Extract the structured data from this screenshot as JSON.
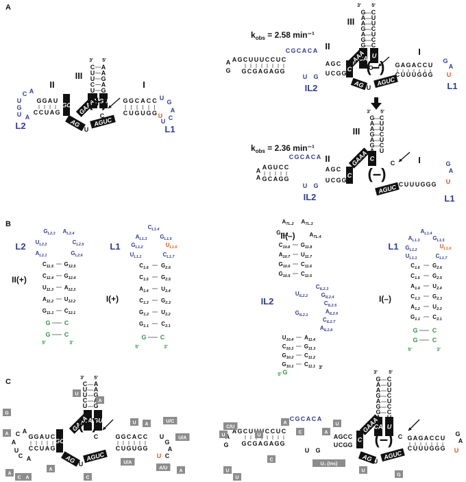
{
  "panels": {
    "a": "A",
    "b": "B",
    "c": "C"
  },
  "colors": {
    "blue": "#2e3b9e",
    "orange": "#e0561c",
    "green": "#2a9a3c",
    "black": "#111111",
    "gray": "#8c8c8c"
  },
  "panel_a": {
    "plus": {
      "sign": "(+)",
      "labels": {
        "helix_1": "I",
        "helix_2": "II",
        "helix_3": "III",
        "loop_1": "L1",
        "loop_2": "L2"
      },
      "stem3_left": [
        "C",
        "U",
        "U",
        "C",
        "U"
      ],
      "stem3_right": [
        "A",
        "A",
        "G",
        "A",
        "G"
      ],
      "stem3_primes": [
        "3′",
        "5′"
      ],
      "box_g_upper": "G",
      "box_c_lower": "C",
      "box_c_stem3": [
        "C",
        "A"
      ],
      "box_g_stem3": [
        "G",
        "U"
      ],
      "gaaa": "GAAA",
      "agu": "AG",
      "u_mid": "U",
      "aguc": "AGUC",
      "cleavage_c": "C",
      "stem1_top": [
        "G",
        "G",
        "C",
        "A",
        "C",
        "C"
      ],
      "stem1_bottom": [
        "C",
        "U",
        "G",
        "U",
        "G",
        "G"
      ],
      "loop1": [
        "U",
        "G",
        "A",
        "C",
        "U",
        "G"
      ],
      "loop1_orange": "U",
      "stem2_top": [
        "G",
        "G",
        "A",
        "U"
      ],
      "stem2_bottom": [
        "C",
        "C",
        "U",
        "A",
        "G"
      ],
      "loop2": [
        "C",
        "A",
        "A",
        "G",
        "U",
        "A"
      ]
    },
    "minus_top": {
      "sign": "(–)",
      "kobs": "k",
      "kobs_sub": "obs",
      "kobs_val": "= 2.58 min⁻¹",
      "labels": {
        "helix_1": "I",
        "helix_2": "II",
        "helix_3": "III",
        "loop_1": "L1",
        "il2": "IL2"
      },
      "stem3_left": [
        "G",
        "A",
        "A",
        "G",
        "A",
        "G",
        "G",
        "A"
      ],
      "stem3_right": [
        "C",
        "U",
        "U",
        "C",
        "U",
        "C",
        "C",
        "U"
      ],
      "stem3_primes": [
        "3′",
        "5′"
      ],
      "gaaa": "GAAA",
      "agu": "AG",
      "aguc": "AGUC",
      "cleavage_c": "C",
      "stem2_top": "AGCUUUCCUC",
      "stem2_bottom": "GCGAGAGG",
      "il2_top": "CGCACA",
      "il2_bottom": "UG",
      "helix2_pair_top": "AGC",
      "helix2_pair_bottom": "UCGG",
      "stem1_top": "GAGACCU",
      "stem1_bottom": "CUUUGGG",
      "loop1": [
        "G",
        "A",
        "U"
      ],
      "extra_a": "A",
      "extra_g": "G",
      "extra_u": "U"
    },
    "minus_bottom": {
      "sign": "(–)",
      "kobs": "k",
      "kobs_sub": "obs",
      "kobs_val": "= 2.36 min⁻¹",
      "labels": {
        "helix_1": "I",
        "helix_2": "II",
        "helix_3": "III",
        "loop_1": "L1",
        "il2": "IL2"
      },
      "stem3_left": [
        "G",
        "A",
        "A",
        "G",
        "A",
        "G",
        "A"
      ],
      "stem3_right": [
        "C",
        "U",
        "U",
        "C",
        "U",
        "C",
        "U"
      ],
      "stem3_primes": [
        "3′",
        "5′"
      ],
      "gaaa": "GAAA",
      "aguc": "AGUC",
      "cleavage_c": "C",
      "stem2_top": "AGUCC",
      "stem2_bottom": "GCAGG",
      "il2_top": "CGCACA",
      "il2_bottom": "UG",
      "helix2_pair_top": "AGC",
      "helix2_pair_bottom": "UCGG",
      "stem1_top": "CUUUGGG",
      "loop1": [
        "G",
        "A",
        "U"
      ],
      "extra_a": "A",
      "extra_u": "U"
    }
  },
  "panel_b": {
    "l2_title": "L2",
    "ii_plus": "II(+)",
    "l1_plus_title": "L1",
    "i_plus": "I(+)",
    "ii_minus": "II(–)",
    "il2_title": "IL2",
    "l1_minus_title": "L1",
    "i_minus": "I(–)",
    "col1": {
      "loop": [
        [
          "G",
          "L2.3"
        ],
        [
          "A",
          "L2.4"
        ],
        [
          "U",
          "L2.2"
        ],
        [
          "C",
          "L2.5"
        ],
        [
          "A",
          "L2.1"
        ],
        [
          "G",
          "L2.6"
        ]
      ],
      "pairs": [
        [
          "C",
          "11.5",
          "G",
          "12.5"
        ],
        [
          "C",
          "11.4",
          "G",
          "12.4"
        ],
        [
          "U",
          "11.3",
          "A",
          "12.3"
        ],
        [
          "A",
          "11.2",
          "U",
          "12.2"
        ],
        [
          "G",
          "11.1",
          "C",
          "12.1"
        ]
      ],
      "green_pairs": [
        [
          "G",
          "C"
        ],
        [
          "G",
          "C"
        ]
      ],
      "primes": [
        "5′",
        "3′"
      ]
    },
    "col2": {
      "loop": [
        [
          "C",
          "L1.4"
        ],
        [
          "A",
          "L1.3"
        ],
        [
          "G",
          "L1.5"
        ],
        [
          "G",
          "L1.2"
        ],
        [
          "U",
          "L1.6"
        ],
        [
          "U",
          "L1.1"
        ],
        [
          "C",
          "L1.7"
        ]
      ],
      "pairs": [
        [
          "C",
          "1.6",
          "G",
          "2.6"
        ],
        [
          "C",
          "1.5",
          "G",
          "2.5"
        ],
        [
          "A",
          "1.4",
          "U",
          "2.4"
        ],
        [
          "C",
          "1.3",
          "G",
          "2.3"
        ],
        [
          "G",
          "1.2",
          "U",
          "2.2"
        ],
        [
          "G",
          "1.1",
          "C",
          "2.1"
        ]
      ],
      "green_pairs": [
        [
          "G",
          "C"
        ]
      ],
      "primes": [
        "5′",
        "3′"
      ]
    },
    "col3": {
      "top": [
        [
          "A",
          "TL.2"
        ],
        [
          "A",
          "TL.3"
        ],
        [
          "G",
          "TL.1"
        ],
        [
          "A",
          "TL.4"
        ]
      ],
      "pairs_upper": [
        [
          "C",
          "10.8",
          "G",
          "11.8"
        ],
        [
          "A",
          "10.7",
          "U",
          "11.7"
        ],
        [
          "G",
          "10.6",
          "C",
          "11.6"
        ],
        [
          "G",
          "10.5",
          "C",
          "11.5"
        ]
      ],
      "il2": [
        [
          "C",
          "IL2.3"
        ],
        [
          "U",
          "IL2.2"
        ],
        [
          "G",
          "IL2.4"
        ],
        [
          "C",
          "IL2.5"
        ],
        [
          "G",
          "IL2.1"
        ],
        [
          "A",
          "IL2.6"
        ],
        [
          "C",
          "IL2.7"
        ],
        [
          "A",
          "IL2.8"
        ]
      ],
      "pairs_lower": [
        [
          "U",
          "10.4",
          "A",
          "11.4"
        ],
        [
          "C",
          "10.3",
          "G",
          "11.3"
        ],
        [
          "G",
          "10.2",
          "C",
          "11.2"
        ],
        [
          "G",
          "10.1",
          "C",
          "11.1"
        ]
      ],
      "green_g": "G",
      "primes": [
        "5′",
        "3′"
      ]
    },
    "col4": {
      "loop": [
        [
          "A",
          "L1.4"
        ],
        [
          "A",
          "L1.3"
        ],
        [
          "G",
          "L1.5"
        ],
        [
          "G",
          "L1.2"
        ],
        [
          "U",
          "L1.6"
        ],
        [
          "U",
          "L1.1"
        ],
        [
          "C",
          "L1.7"
        ]
      ],
      "pairs": [
        [
          "C",
          "1.6",
          "G",
          "2.6"
        ],
        [
          "C",
          "1.5",
          "G",
          "2.5"
        ],
        [
          "A",
          "1.4",
          "U",
          "2.4"
        ],
        [
          "C",
          "1.3",
          "G",
          "2.3"
        ],
        [
          "A",
          "1.2",
          "U",
          "2.2"
        ],
        [
          "G",
          "1.1",
          "C",
          "2.1"
        ]
      ],
      "green_pairs": [
        [
          "G",
          "C"
        ],
        [
          "G",
          "C"
        ]
      ],
      "primes": [
        "5′",
        "3′"
      ]
    }
  },
  "panel_c": {
    "plus": {
      "sign": "(+)",
      "gray_boxes": [
        "U",
        "A",
        "U",
        "U/C",
        "U/A",
        "A",
        "U/A",
        "A/U",
        "A",
        "C",
        "A",
        "G",
        "A",
        "A",
        "C",
        "A"
      ],
      "stem3_left": [
        "C",
        "U",
        "U",
        "C",
        "U"
      ],
      "stem3_right": [
        "A",
        "A",
        "G",
        "A",
        "G"
      ],
      "stem3_primes": [
        "3′",
        "5′"
      ],
      "gaaa": "GAAA",
      "agu": "AG",
      "aguc": "AGUC",
      "u_mid": "U",
      "cleavage_c": "C",
      "stem1_top": "GGCACC",
      "stem1_bottom": "CUGUGG",
      "stem2_top": "GGAUC",
      "stem2_bottom": "CCUAG",
      "loop_letters": [
        "C",
        "A",
        "G",
        "U",
        "A",
        "U",
        "G",
        "A",
        "C",
        "U"
      ]
    },
    "minus": {
      "sign": "(–)",
      "gray_boxes": [
        "C/U",
        "U",
        "U",
        "U",
        "C",
        "U",
        "A",
        "C",
        "A",
        "U",
        "U",
        "G",
        "U₁ (ins)"
      ],
      "stem3_left": [
        "G",
        "A",
        "A",
        "G",
        "A",
        "G",
        "G",
        "A"
      ],
      "stem3_right": [
        "C",
        "U",
        "U",
        "C",
        "U",
        "C",
        "C",
        "U"
      ],
      "stem3_primes": [
        "3′",
        "5′"
      ],
      "gaaa": "GAAA",
      "aguc": "AGUC",
      "agu": "AG",
      "cleavage_c": "C",
      "stem2_top": "AGCUUUCCUC",
      "stem2_bottom": "GCGAGAGG",
      "il2_top": "CGCACA",
      "il2_bottom": "UG",
      "helix2_pair_top": "AGCC",
      "helix2_pair_bottom": "UCGG",
      "stem1_top": "GAGACCU",
      "stem1_bottom": "CUUUGGG",
      "loop1": [
        "G",
        "A",
        "U"
      ],
      "extra_u": "U"
    }
  }
}
